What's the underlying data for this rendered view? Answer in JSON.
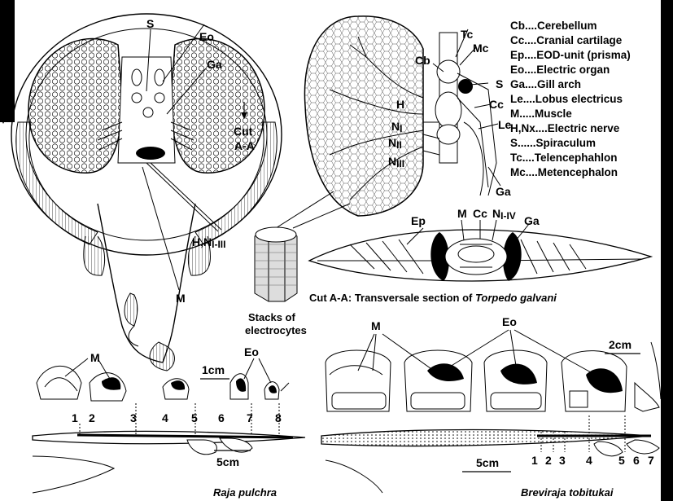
{
  "labels": {
    "S_top": "S",
    "Eo_top": "Eo",
    "Ga_top": "Ga",
    "cut": "Cut",
    "cut_aa": "A-A",
    "h_n": "H,N",
    "h_n_sub": "I-III",
    "M_ray": "M",
    "stacks1": "Stacks of",
    "stacks2": "electrocytes",
    "Tc": "Tc",
    "Mc": "Mc",
    "Cb": "Cb",
    "S_brain": "S",
    "Cc_brain": "Cc",
    "H": "H",
    "N": "N",
    "NI_sub": "I",
    "NII_sub": "II",
    "NIII_sub": "III",
    "Le": "Le",
    "Ga_brain": "Ga",
    "Ep": "Ep",
    "M_sec": "M",
    "Cc_sec": "Cc",
    "NIIV": "N",
    "NIIV_sub": "I-IV",
    "Ga_sec": "Ga",
    "M_raja": "M",
    "Eo_raja": "Eo",
    "scale_1cm": "1cm",
    "scale_5cm_raja": "5cm",
    "M_brevi": "M",
    "Eo_brevi": "Eo",
    "scale_2cm": "2cm",
    "scale_5cm_brevi": "5cm"
  },
  "caption_cut": "Cut A-A: Transversale section of ",
  "caption_cut_species": "Torpedo galvani",
  "species_raja": "Raja pulchra",
  "species_brevi": "Breviraja tobitukai",
  "raja_numbers": [
    "1",
    "2",
    "3",
    "4",
    "5",
    "6",
    "7",
    "8"
  ],
  "brevi_numbers": [
    "1",
    "2",
    "3",
    "4",
    "5",
    "6",
    "7"
  ],
  "legend": [
    "Cb....Cerebellum",
    "Cc....Cranial cartilage",
    "Ep....EOD-unit (prisma)",
    "Eo....Electric organ",
    "Ga....Gill arch",
    "Le....Lobus electricus",
    "M.....Muscle",
    "H,Nx....Electric nerve",
    "S......Spiraculum",
    "Tc....Telencephahlon",
    "Mc....Metencephalon"
  ]
}
